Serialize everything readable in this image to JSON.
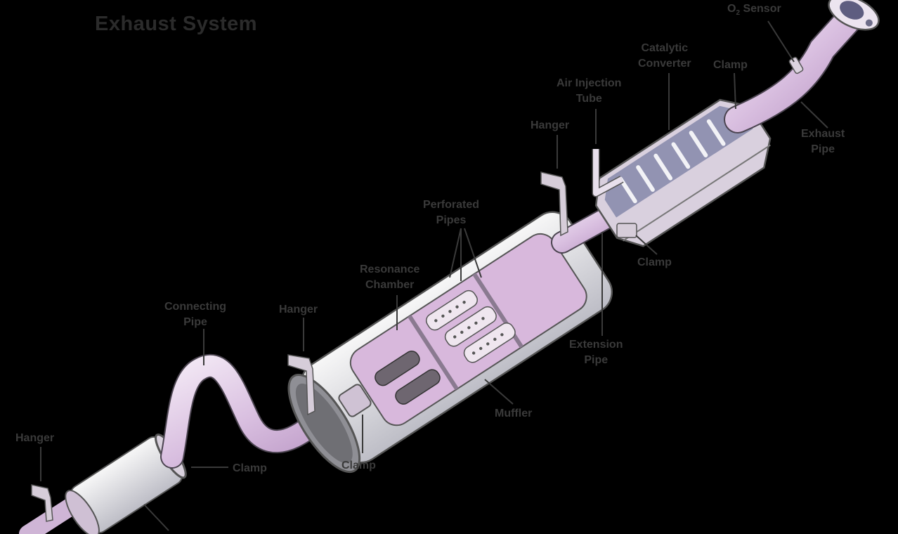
{
  "diagram": {
    "title": "Exhaust System",
    "colors": {
      "background": "#000000",
      "label_text": "#3a3a3a",
      "pipe_fill": "#e6d3ea",
      "pipe_shade": "#c7a8cf",
      "metal_light": "#eeeeee",
      "metal_mid": "#b9b9c2",
      "cat_slot": "#8e8fb0",
      "outline": "#4a4a52"
    },
    "labels": [
      {
        "id": "o2-sensor",
        "text_prefix": "O",
        "text_sub": "2",
        "text_suffix": " Sensor"
      },
      {
        "id": "catalytic-converter",
        "line1": "Catalytic",
        "line2": "Converter"
      },
      {
        "id": "clamp-cat-top",
        "text": "Clamp"
      },
      {
        "id": "air-injection-tube",
        "line1": "Air Injection",
        "line2": "Tube"
      },
      {
        "id": "hanger-upper",
        "text": "Hanger"
      },
      {
        "id": "exhaust-pipe",
        "line1": "Exhaust",
        "line2": "Pipe"
      },
      {
        "id": "perforated-pipes",
        "line1": "Perforated",
        "line2": "Pipes"
      },
      {
        "id": "clamp-cat-bottom",
        "text": "Clamp"
      },
      {
        "id": "resonance-chamber",
        "line1": "Resonance",
        "line2": "Chamber"
      },
      {
        "id": "extension-pipe",
        "line1": "Extension",
        "line2": "Pipe"
      },
      {
        "id": "connecting-pipe",
        "line1": "Connecting",
        "line2": "Pipe"
      },
      {
        "id": "hanger-middle",
        "text": "Hanger"
      },
      {
        "id": "muffler",
        "text": "Muffler"
      },
      {
        "id": "clamp-muffler",
        "text": "Clamp"
      },
      {
        "id": "clamp-resonator",
        "text": "Clamp"
      },
      {
        "id": "hanger-lower",
        "text": "Hanger"
      }
    ]
  }
}
